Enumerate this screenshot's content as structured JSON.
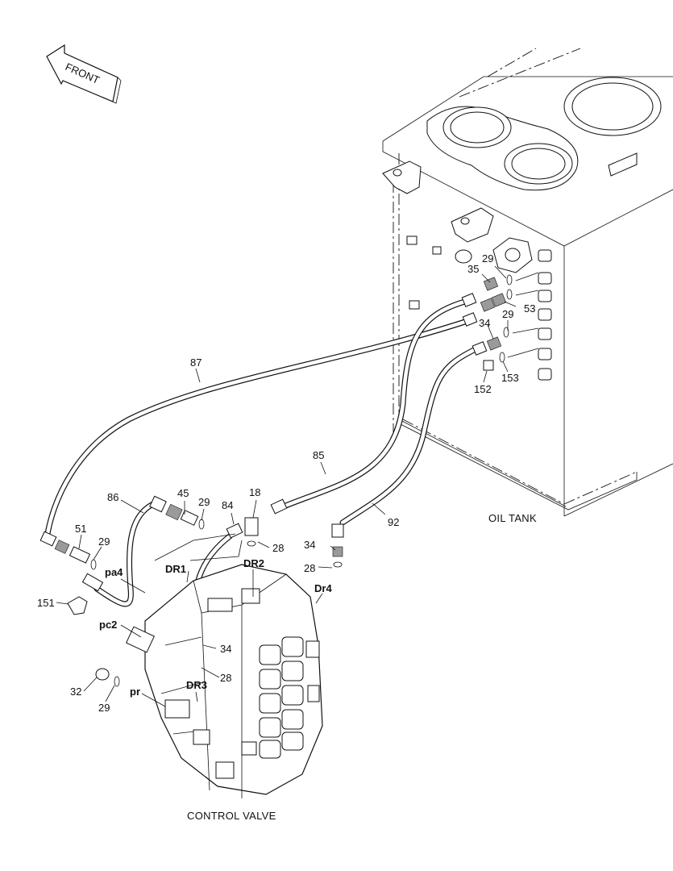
{
  "front_arrow": {
    "label": "FRONT"
  },
  "captions": {
    "oil_tank": "OIL TANK",
    "control_valve": "CONTROL VALVE"
  },
  "callouts": {
    "c87": "87",
    "c85": "85",
    "c92": "92",
    "c86": "86",
    "c45": "45",
    "c29a": "29",
    "c84": "84",
    "c18": "18",
    "c28a": "28",
    "c51": "51",
    "c29b": "29",
    "c34a": "34",
    "c28b": "28",
    "c151": "151",
    "c32": "32",
    "c29c": "29",
    "c34b": "34",
    "c28c": "28",
    "c35": "35",
    "c29d": "29",
    "c53": "53",
    "c29e": "29",
    "c34c": "34",
    "c152": "152",
    "c153": "153"
  },
  "ports": {
    "pa4": "pa4",
    "pc2": "pc2",
    "pr": "pr",
    "DR1": "DR1",
    "DR2": "DR2",
    "DR3": "DR3",
    "Dr4": "Dr4"
  }
}
